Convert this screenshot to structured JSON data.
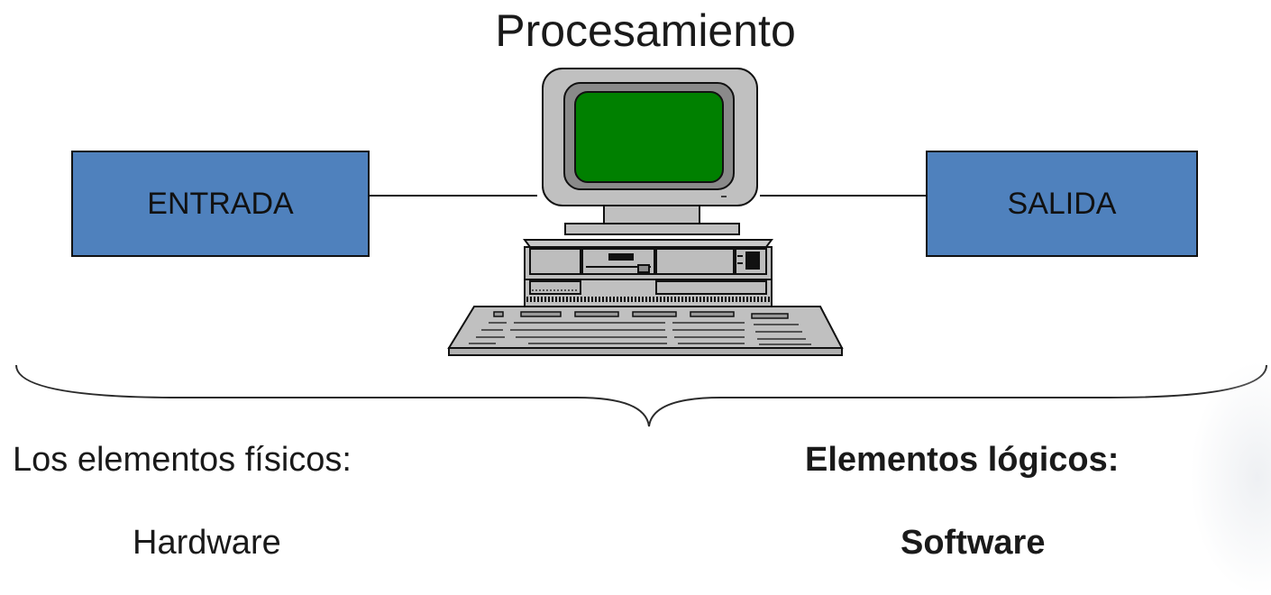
{
  "title": "Procesamiento",
  "boxes": {
    "input_label": "ENTRADA",
    "output_label": "SALIDA"
  },
  "labels": {
    "physical": "Los elementos físicos:",
    "hardware": "Hardware",
    "logical": "Elementos lógicos:",
    "software": "Software"
  },
  "colors": {
    "box_fill": "#4f81bd",
    "screen": "#008000",
    "computer_body": "#c0c0c0"
  },
  "icons": {
    "computer": "desktop-computer-icon"
  }
}
